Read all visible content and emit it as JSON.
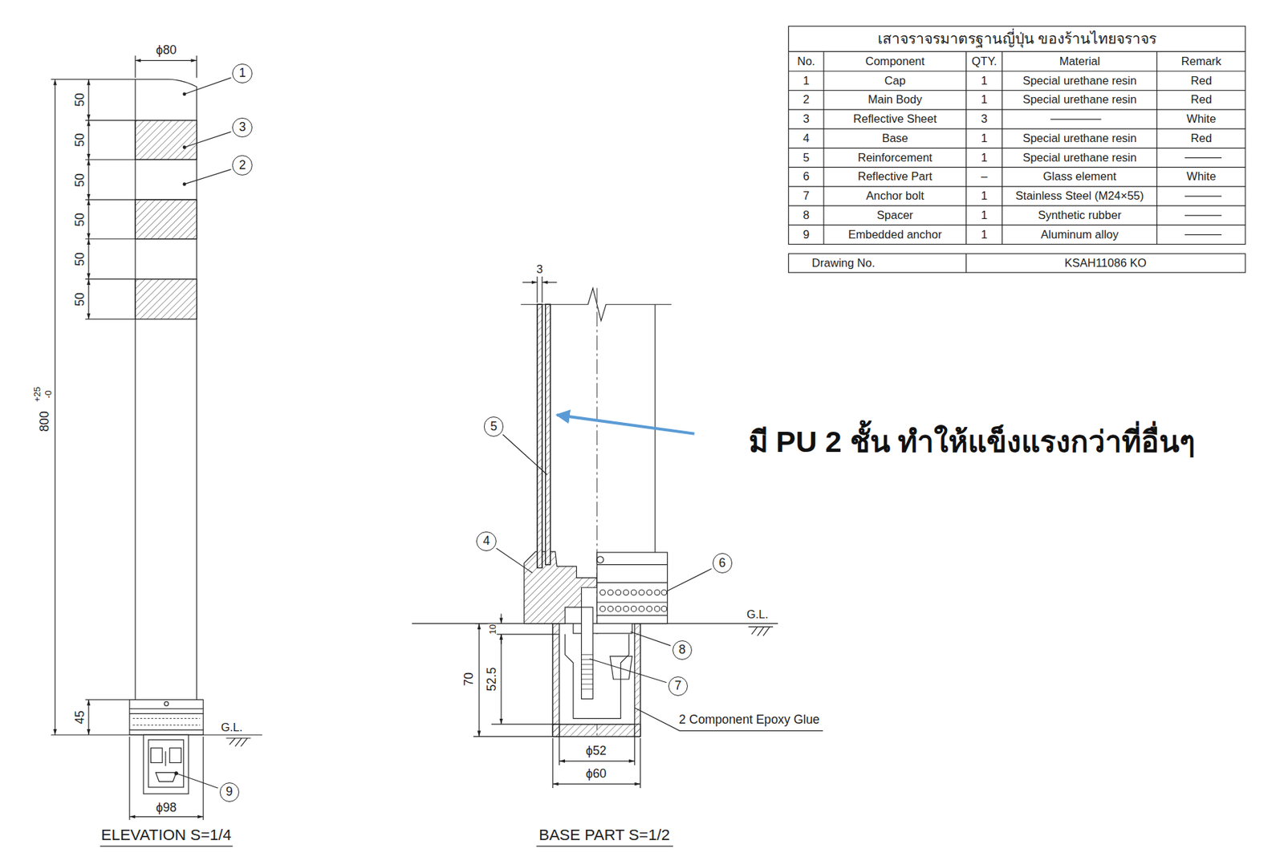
{
  "diagram": {
    "nodes": [
      {
        "text": [
          "1"
        ]
      },
      {
        "text": [
          "3"
        ]
      },
      {
        "text": [
          "2"
        ]
      },
      {
        "text": [
          "9"
        ]
      },
      {
        "text": [
          "5"
        ]
      },
      {
        "text": [
          "4"
        ]
      },
      {
        "text": [
          "6"
        ]
      },
      {
        "text": [
          "8"
        ]
      },
      {
        "text": [
          "7"
        ]
      }
    ],
    "labels": [
      "ϕ80",
      "50",
      "50",
      "50",
      "50",
      "50",
      "50",
      "800",
      "+25",
      "-0",
      "45",
      "G.L.",
      "ϕ98",
      "ELEVATION S=1/4",
      "3",
      "10",
      "70",
      "52.5",
      "G.L.",
      "ϕ52",
      "ϕ60",
      "2 Component Epoxy Glue",
      "BASE PART S=1/2",
      "มี PU 2 ชั้น ทำให้แข็งแรงกว่าที่อื่นๆ",
      "เสาจราจรมาตรฐานญี่ปุ่น ของร้านไทยจราจร",
      "No.",
      "Component",
      "QTY.",
      "Material",
      "Remark",
      "1",
      "Cap",
      "1",
      "Special urethane resin",
      "Red",
      "2",
      "Main Body",
      "1",
      "Special urethane resin",
      "Red",
      "3",
      "Reflective Sheet",
      "3",
      "White",
      "4",
      "Base",
      "1",
      "Special urethane resin",
      "Red",
      "5",
      "Reinforcement",
      "1",
      "Special urethane resin",
      "6",
      "Reflective Part",
      "–",
      "Glass element",
      "White",
      "7",
      "Anchor bolt",
      "1",
      "Stainless Steel (M24×55)",
      "8",
      "Spacer",
      "1",
      "Synthetic rubber",
      "9",
      "Embedded anchor",
      "1",
      "Aluminum alloy",
      "Drawing No.",
      "KSAH11086 KO"
    ]
  }
}
